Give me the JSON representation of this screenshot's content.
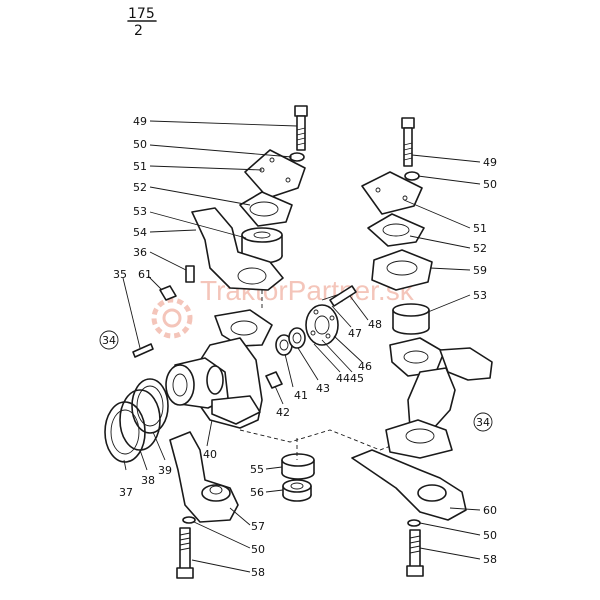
{
  "header": {
    "numerator": "175",
    "denominator": "2"
  },
  "watermark": {
    "text": "TraktorPartner.sk",
    "color": "#f2b7a9"
  },
  "callouts": [
    {
      "id": "lbl-49-left",
      "text": "49"
    },
    {
      "id": "lbl-50-left",
      "text": "50"
    },
    {
      "id": "lbl-51-left",
      "text": "51"
    },
    {
      "id": "lbl-52-left",
      "text": "52"
    },
    {
      "id": "lbl-53-left",
      "text": "53"
    },
    {
      "id": "lbl-54-left",
      "text": "54"
    },
    {
      "id": "lbl-36",
      "text": "36"
    },
    {
      "id": "lbl-35",
      "text": "35"
    },
    {
      "id": "lbl-61",
      "text": "61"
    },
    {
      "id": "lbl-34-left",
      "text": "34"
    },
    {
      "id": "lbl-37",
      "text": "37"
    },
    {
      "id": "lbl-38",
      "text": "38"
    },
    {
      "id": "lbl-39",
      "text": "39"
    },
    {
      "id": "lbl-40",
      "text": "40"
    },
    {
      "id": "lbl-41",
      "text": "41"
    },
    {
      "id": "lbl-42",
      "text": "42"
    },
    {
      "id": "lbl-43",
      "text": "43"
    },
    {
      "id": "lbl-44",
      "text": "44"
    },
    {
      "id": "lbl-45",
      "text": "45"
    },
    {
      "id": "lbl-46",
      "text": "46"
    },
    {
      "id": "lbl-47",
      "text": "47"
    },
    {
      "id": "lbl-48",
      "text": "48"
    },
    {
      "id": "lbl-55",
      "text": "55"
    },
    {
      "id": "lbl-56",
      "text": "56"
    },
    {
      "id": "lbl-57",
      "text": "57"
    },
    {
      "id": "lbl-50-bottom",
      "text": "50"
    },
    {
      "id": "lbl-58-left",
      "text": "58"
    },
    {
      "id": "lbl-49-right",
      "text": "49"
    },
    {
      "id": "lbl-50-right",
      "text": "50"
    },
    {
      "id": "lbl-51-right",
      "text": "51"
    },
    {
      "id": "lbl-52-right",
      "text": "52"
    },
    {
      "id": "lbl-59",
      "text": "59"
    },
    {
      "id": "lbl-53-right",
      "text": "53"
    },
    {
      "id": "lbl-34-right",
      "text": "34"
    },
    {
      "id": "lbl-60",
      "text": "60"
    },
    {
      "id": "lbl-50-right-bottom",
      "text": "50"
    },
    {
      "id": "lbl-58-right",
      "text": "58"
    }
  ]
}
